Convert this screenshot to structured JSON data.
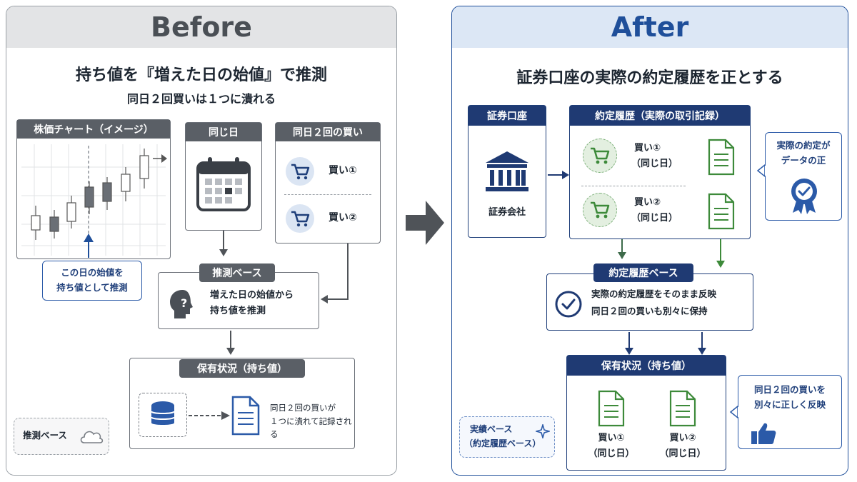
{
  "before": {
    "heading": "Before",
    "title_line1": "持ち値を『増えた日の始値』で推測",
    "title_line2": "同日２回買いは１つに潰れる",
    "chart_box": {
      "header": "株価チャート（イメージ）"
    },
    "chart_note": {
      "line1": "この日の始値を",
      "line2": "持ち値として推測"
    },
    "same_day_box": {
      "header": "同じ日"
    },
    "two_buys_box": {
      "header": "同日２回の買い",
      "buy1": "買い①",
      "buy2": "買い②"
    },
    "estimate_box": {
      "header": "推測ベース",
      "line1": "増えた日の始値から",
      "line2": "持ち値を推測"
    },
    "holdings_box": {
      "header": "保有状況（持ち値）",
      "line1": "同日２回の買いが",
      "line2": "１つに潰れて記録される"
    },
    "basis_tag": "推測ベース"
  },
  "after": {
    "heading": "After",
    "title": "証券口座の実際の約定履歴を正とする",
    "account_box": {
      "header": "証券口座",
      "label": "証券会社"
    },
    "history_box": {
      "header": "約定履歴（実際の取引記録）",
      "items": [
        {
          "label": "買い①",
          "sub": "（同じ日）"
        },
        {
          "label": "買い②",
          "sub": "（同じ日）"
        }
      ]
    },
    "truth_note": {
      "line1": "実際の約定が",
      "line2": "データの正"
    },
    "history_base_box": {
      "header": "約定履歴ベース",
      "line1": "実際の約定履歴をそのまま反映",
      "line2": "同日２回の買いも別々に保持"
    },
    "holdings_box": {
      "header": "保有状況（持ち値）",
      "items": [
        {
          "label": "買い①",
          "sub": "（同じ日）"
        },
        {
          "label": "買い②",
          "sub": "（同じ日）"
        }
      ]
    },
    "reflect_note": {
      "line1": "同日２回の買いを",
      "line2": "別々に正しく反映"
    },
    "basis_tag": {
      "line1": "実績ベース",
      "line2": "（約定履歴ベース）"
    }
  },
  "colors": {
    "gray_header": "#5a5f66",
    "navy_header": "#1f3a73",
    "accent_blue": "#2b5aa8",
    "accent_green": "#3d8a3a"
  }
}
